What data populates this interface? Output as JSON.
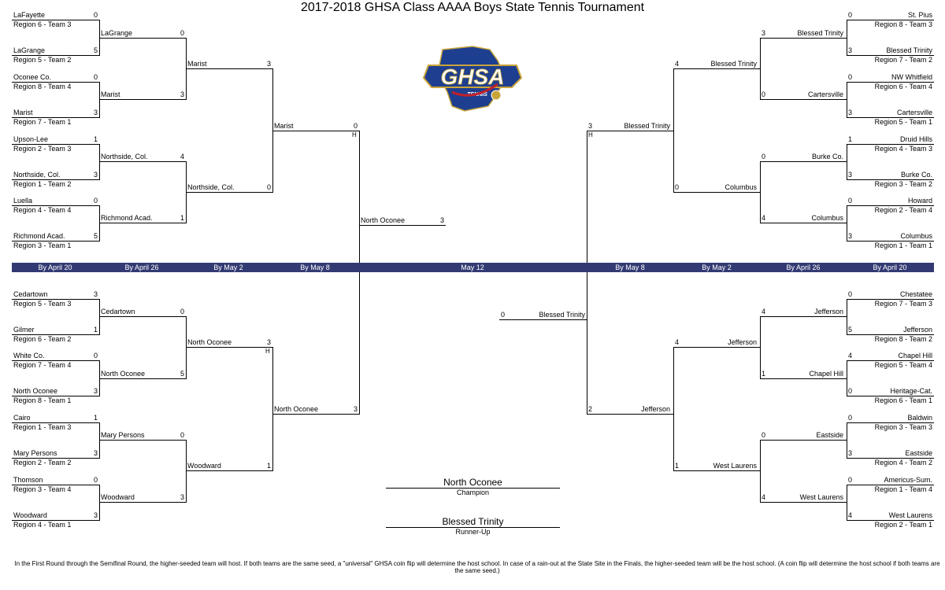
{
  "title": "2017-2018 GHSA Class AAAA Boys State Tennis Tournament",
  "logo": {
    "text": "GHSA",
    "subtext": "TENNIS",
    "colors": {
      "blue": "#1e3f8f",
      "gold": "#c9a43a"
    }
  },
  "band_color": "#333a73",
  "dates_left": [
    "By April 20",
    "By April 26",
    "By May 2",
    "By May 8"
  ],
  "date_center": "May 12",
  "dates_right": [
    "By May 8",
    "By May 2",
    "By April 26",
    "By April 20"
  ],
  "r1": [
    {
      "name": "LaFayette",
      "seed": "Region 6 - Team 3",
      "score": "0"
    },
    {
      "name": "LaGrange",
      "seed": "Region 5 - Team 2",
      "score": "5"
    },
    {
      "name": "Oconee Co.",
      "seed": "Region 8 - Team 4",
      "score": "0"
    },
    {
      "name": "Marist",
      "seed": "Region 7 - Team 1",
      "score": "3"
    },
    {
      "name": "Upson-Lee",
      "seed": "Region 2 - Team 3",
      "score": "1"
    },
    {
      "name": "Northside, Col.",
      "seed": "Region 1 - Team 2",
      "score": "3"
    },
    {
      "name": "Luella",
      "seed": "Region 4 - Team 4",
      "score": "0"
    },
    {
      "name": "Richmond Acad.",
      "seed": "Region 3 - Team 1",
      "score": "5"
    },
    {
      "name": "Cedartown",
      "seed": "Region 5 - Team 3",
      "score": "3"
    },
    {
      "name": "Gilmer",
      "seed": "Region 6 - Team 2",
      "score": "1"
    },
    {
      "name": "White Co.",
      "seed": "Region 7 - Team 4",
      "score": "0"
    },
    {
      "name": "North Oconee",
      "seed": "Region 8 - Team 1",
      "score": "3"
    },
    {
      "name": "Cairo",
      "seed": "Region 1 - Team 3",
      "score": "1"
    },
    {
      "name": "Mary Persons",
      "seed": "Region 2 - Team 2",
      "score": "3"
    },
    {
      "name": "Thomson",
      "seed": "Region 3 - Team 4",
      "score": "0"
    },
    {
      "name": "Woodward",
      "seed": "Region 4 - Team 1",
      "score": "3"
    },
    {
      "name": "St. Pius",
      "seed": "Region 8 - Team 3",
      "score": "0"
    },
    {
      "name": "Blessed Trinity",
      "seed": "Region 7 - Team 2",
      "score": "3"
    },
    {
      "name": "NW Whitfield",
      "seed": "Region 6 - Team 4",
      "score": "0"
    },
    {
      "name": "Cartersville",
      "seed": "Region 5 - Team 1",
      "score": "3"
    },
    {
      "name": "Druid Hills",
      "seed": "Region 4 - Team 3",
      "score": "1"
    },
    {
      "name": "Burke Co.",
      "seed": "Region 3 - Team 2",
      "score": "3"
    },
    {
      "name": "Howard",
      "seed": "Region 2 - Team 4",
      "score": "0"
    },
    {
      "name": "Columbus",
      "seed": "Region 1 - Team 1",
      "score": "3"
    },
    {
      "name": "Chestatee",
      "seed": "Region 7 - Team 3",
      "score": "0"
    },
    {
      "name": "Jefferson",
      "seed": "Region 8 - Team 2",
      "score": "5"
    },
    {
      "name": "Chapel Hill",
      "seed": "Region 5 - Team 4",
      "score": "4"
    },
    {
      "name": "Heritage-Cat.",
      "seed": "Region 6 - Team 1",
      "score": "0"
    },
    {
      "name": "Baldwin",
      "seed": "Region 3 - Team 3",
      "score": "0"
    },
    {
      "name": "Eastside",
      "seed": "Region 4 - Team 2",
      "score": "3"
    },
    {
      "name": "Americus-Sum.",
      "seed": "Region 1 - Team 4",
      "score": "0"
    },
    {
      "name": "West Laurens",
      "seed": "Region 2 - Team 1",
      "score": "4"
    }
  ],
  "r2": [
    {
      "name": "LaGrange",
      "score": "0"
    },
    {
      "name": "Marist",
      "score": "3"
    },
    {
      "name": "Northside, Col.",
      "score": "4"
    },
    {
      "name": "Richmond Acad.",
      "score": "1"
    },
    {
      "name": "Cedartown",
      "score": "0"
    },
    {
      "name": "North Oconee",
      "score": "5"
    },
    {
      "name": "Mary Persons",
      "score": "0"
    },
    {
      "name": "Woodward",
      "score": "3"
    },
    {
      "name": "Blessed Trinity",
      "score": "3"
    },
    {
      "name": "Cartersville",
      "score": "0"
    },
    {
      "name": "Burke Co.",
      "score": "0"
    },
    {
      "name": "Columbus",
      "score": "4"
    },
    {
      "name": "Jefferson",
      "score": "4"
    },
    {
      "name": "Chapel Hill",
      "score": "1"
    },
    {
      "name": "Eastside",
      "score": "0"
    },
    {
      "name": "West Laurens",
      "score": "4"
    }
  ],
  "r3": [
    {
      "name": "Marist",
      "score": "3"
    },
    {
      "name": "Northside, Col.",
      "score": "0"
    },
    {
      "name": "North Oconee",
      "score": "3"
    },
    {
      "name": "Woodward",
      "score": "1"
    },
    {
      "name": "Blessed Trinity",
      "score": "4"
    },
    {
      "name": "Columbus",
      "score": "0"
    },
    {
      "name": "Jefferson",
      "score": "4"
    },
    {
      "name": "West Laurens",
      "score": "1"
    }
  ],
  "r4": [
    {
      "name": "Marist",
      "score": "0"
    },
    {
      "name": "North Oconee",
      "score": "3"
    },
    {
      "name": "Blessed Trinity",
      "score": "3"
    },
    {
      "name": "Jefferson",
      "score": "2"
    }
  ],
  "host_mark": "H",
  "final": [
    {
      "name": "North Oconee",
      "score": "3"
    },
    {
      "name": "Blessed Trinity",
      "score": "0"
    }
  ],
  "champion": {
    "name": "North Oconee",
    "label": "Champion"
  },
  "runner_up": {
    "name": "Blessed Trinity",
    "label": "Runner-Up"
  },
  "footnote": "In the First Round through the Semifinal Round, the higher-seeded team will host.  If both teams are the same seed, a \"universal\" GHSA coin flip will determine the host school. In case of a rain-out at the State Site in the Finals, the higher-seeded team will be the host school. (A coin flip will determine the host school if both teams are the same seed.)"
}
